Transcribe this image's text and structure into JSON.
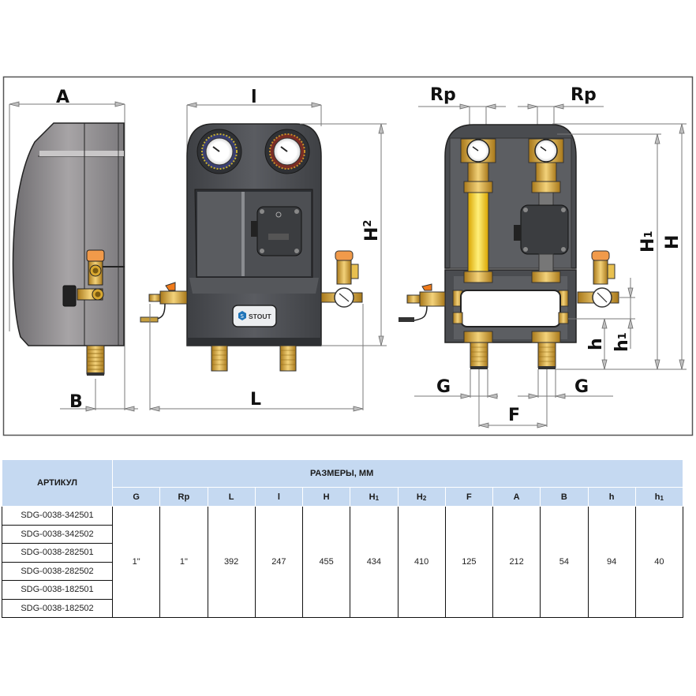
{
  "drawing": {
    "brand_label": "STOUT",
    "side_view": {
      "dim_top": "A",
      "dim_bottom": "B"
    },
    "front_view": {
      "dim_top": "l",
      "dim_bottom": "L",
      "dim_right": "H2"
    },
    "back_view": {
      "dim_top_left": "Rp",
      "dim_top_right": "Rp",
      "dim_bottom_left": "G",
      "dim_bottom_right": "G",
      "dim_bottom_center": "F",
      "dim_right_1": "H1",
      "dim_right_2": "H",
      "dim_right_h": "h",
      "dim_right_h1": "h1"
    },
    "colors": {
      "housing": "#4a4c50",
      "brass": "#e0b43a",
      "yellow_pipe": "#f5d232",
      "orange_handle": "#f07a1a",
      "frame": "#555555"
    }
  },
  "table": {
    "article_header": "АРТИКУЛ",
    "group_header": "РАЗМЕРЫ, ММ",
    "columns": [
      {
        "label": "G",
        "sub": ""
      },
      {
        "label": "Rp",
        "sub": ""
      },
      {
        "label": "L",
        "sub": ""
      },
      {
        "label": "l",
        "sub": ""
      },
      {
        "label": "H",
        "sub": ""
      },
      {
        "label": "H",
        "sub": "1"
      },
      {
        "label": "H",
        "sub": "2"
      },
      {
        "label": "F",
        "sub": ""
      },
      {
        "label": "A",
        "sub": ""
      },
      {
        "label": "B",
        "sub": ""
      },
      {
        "label": "h",
        "sub": ""
      },
      {
        "label": "h",
        "sub": "1"
      }
    ],
    "articles": [
      "SDG-0038-342501",
      "SDG-0038-342502",
      "SDG-0038-282501",
      "SDG-0038-282502",
      "SDG-0038-182501",
      "SDG-0038-182502"
    ],
    "values": [
      "1\"",
      "1\"",
      "392",
      "247",
      "455",
      "434",
      "410",
      "125",
      "212",
      "54",
      "94",
      "40"
    ]
  }
}
